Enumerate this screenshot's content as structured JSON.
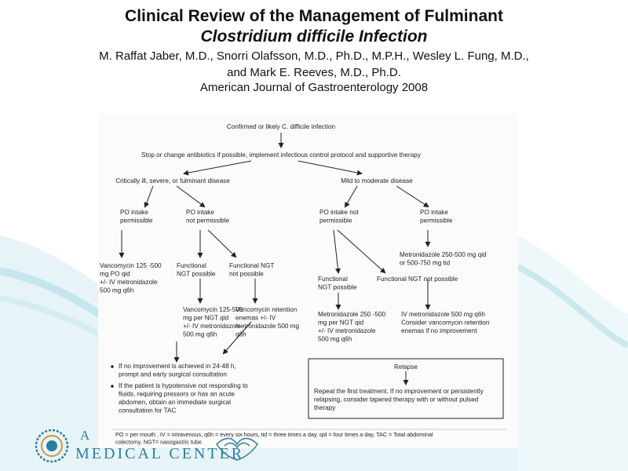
{
  "header": {
    "title_line1": "Clinical Review of the Management of Fulminant",
    "title_line2": "Clostridium difficile Infection",
    "authors_line1": "M. Raffat Jaber, M.D., Snorri Olafsson, M.D., Ph.D., M.P.H., Wesley L. Fung, M.D.,",
    "authors_line2": "and Mark E. Reeves, M.D., Ph.D.",
    "journal": "American Journal of Gastroenterology 2008"
  },
  "flowchart": {
    "start": "Confirmed or likely C. difficile infection",
    "step1": "Stop or change antibiotics if possible, implement infectious control protocol and supportive therapy",
    "branch_severe": "Critically ill, severe, or fulminant disease",
    "branch_mild": "Mild to moderate disease",
    "severe_po_ok": [
      "PO intake",
      "permissible"
    ],
    "severe_po_not": [
      "PO intake",
      "not permissible"
    ],
    "severe_vanco_po": [
      "Vancomycin 125 -500",
      "mg PO qid",
      "+/- IV metronidazole",
      "500 mg q6h"
    ],
    "ngt_possible": [
      "Functional",
      "NGT possible"
    ],
    "ngt_not_possible": [
      "Functional NGT",
      "not possible"
    ],
    "vanco_ngt": [
      "Vancomycin 125-500",
      "mg per NGT qid",
      "+/- IV metronidazole",
      "500 mg q6h"
    ],
    "vanco_enema": [
      "Vancomycin retention",
      "enemas +/- IV",
      "metronidazole 500 mg",
      "q6h"
    ],
    "mild_po_not": [
      "PO intake not",
      "permissible"
    ],
    "mild_po_ok": [
      "PO intake",
      "permissible"
    ],
    "mild_metro_po": [
      "Metronidazole 250-500 mg qid",
      "or 500-750 mg tid"
    ],
    "mild_ngt_possible": [
      "Functional",
      "NGT possible"
    ],
    "mild_ngt_not": "Functional NGT not possible",
    "metro_ngt": [
      "Metronidazole 250 -500",
      "mg per NGT qid",
      "+/- IV metronidazole",
      "500 mg q6h"
    ],
    "iv_metro": [
      "IV metronidazole 500 mg q6h",
      "Consider vancomycin retention",
      "enemas if no improvement"
    ],
    "bullet1": [
      "If no improvement is achieved in 24-48 h,",
      "prompt and early surgical consultation"
    ],
    "bullet2": [
      "If the patient is hypotensive not responding to",
      "fluids, requiring pressors or has an acute",
      "abdomen, obtain an immediate surgical",
      "consultation for TAC"
    ],
    "relapse_title": "Relapse",
    "relapse_text": [
      "Repeat the first treatment. If no improvement or persistently",
      "relapsing, consider tapered therapy with or without pulsed",
      "therapy"
    ],
    "footnote": [
      "PO = per mouth , IV = intravenous, q6h = every six hours, tid = three times a day, qid = four times a day, TAC = Total abdominal",
      "colectomy, NGT= nasogastric tube."
    ]
  },
  "logo": {
    "top_text": "A",
    "bottom_text": "MEDICAL CENTER"
  },
  "colors": {
    "wave": "#bfe3ea",
    "logo": "#2b7ea1",
    "logo_accent": "#c99a3c"
  }
}
